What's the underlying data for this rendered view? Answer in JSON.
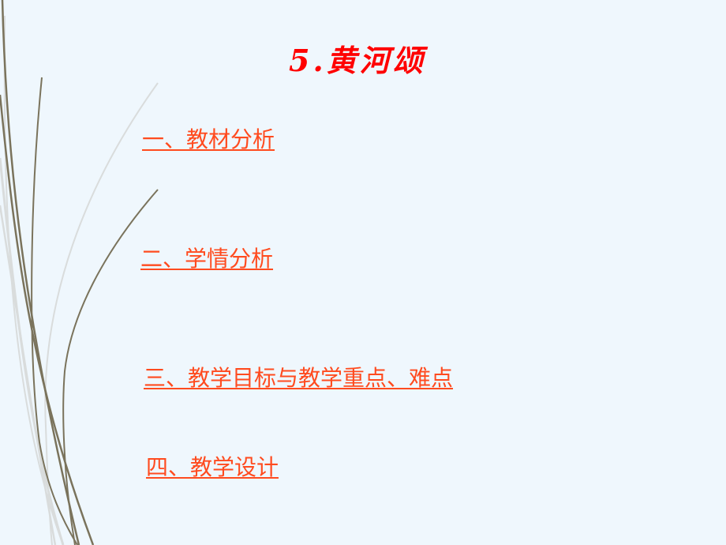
{
  "slide": {
    "title": "5.黄河颂",
    "background_color": "#eff7fd",
    "title_color": "#ff0000",
    "link_color": "#ff4b1f",
    "menu": [
      {
        "label": "一、教材分析"
      },
      {
        "label": "二、学情分析"
      },
      {
        "label": "三、教学目标与教学重点、难点"
      },
      {
        "label": "四、教学设计"
      }
    ],
    "decoration": {
      "curve_dark_color": "#7a735c",
      "curve_light_color": "#d9dcdc"
    }
  }
}
